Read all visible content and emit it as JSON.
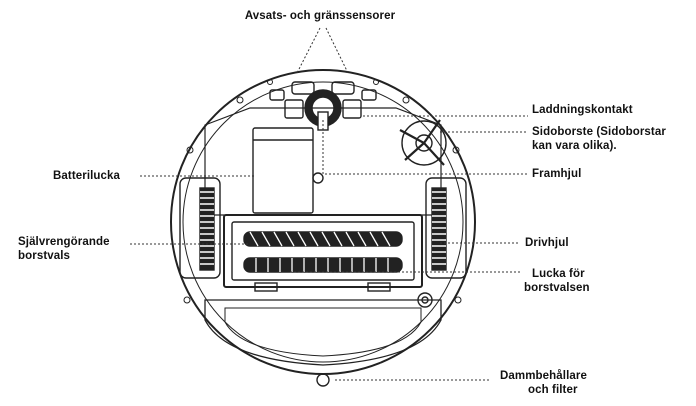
{
  "labels": {
    "cliff_sensors": "Avsats- och gränssensorer",
    "charging_contact": "Laddningskontakt",
    "side_brush_line1": "Sidoborste (Sidoborstar",
    "side_brush_line2": "kan vara olika).",
    "battery_cover": "Batterilucka",
    "front_wheel": "Framhjul",
    "self_cleaning_line1": "Självrengörande",
    "self_cleaning_line2": "borstvals",
    "drive_wheel": "Drivhjul",
    "brush_door_line1": "Lucka för",
    "brush_door_line2": "borstvalsen",
    "dustbin_line1": "Dammbehållare",
    "dustbin_line2": "och filter"
  },
  "colors": {
    "line": "#222222",
    "body_fill": "#ffffff",
    "leader": "#333333"
  }
}
